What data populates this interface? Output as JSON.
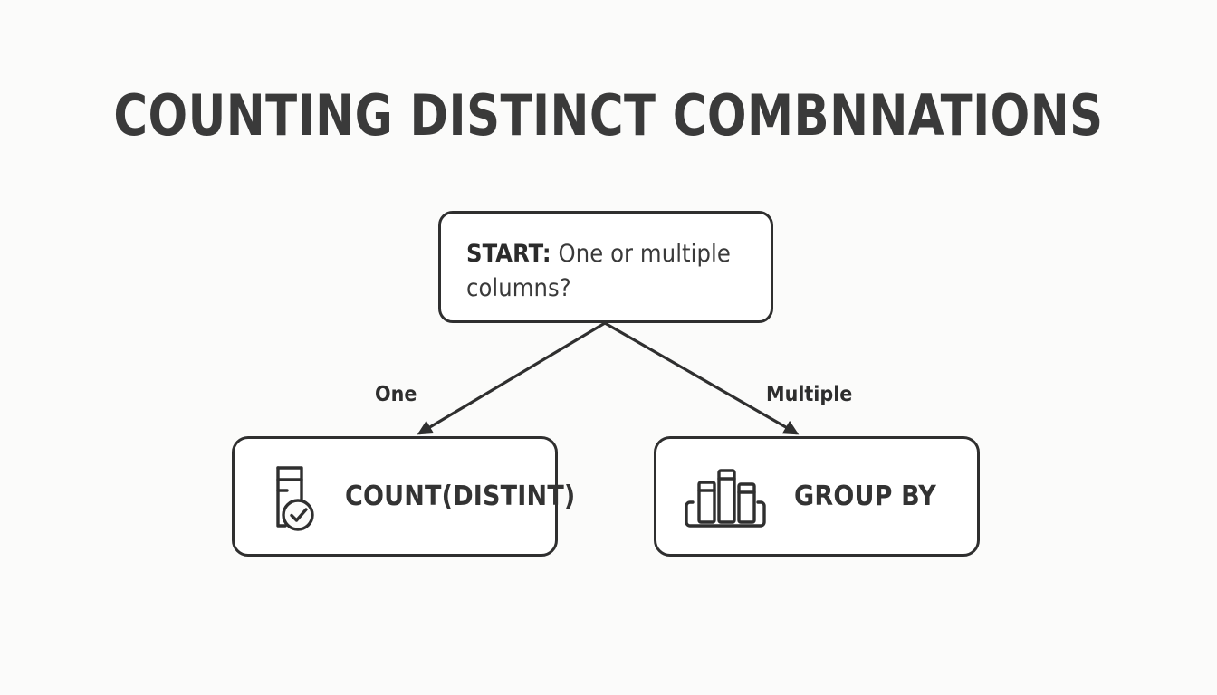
{
  "page": {
    "title": "COUNTING DISTINCT COMBNNATIONS",
    "background_color": "#fbfbfa",
    "ink_color": "#2f2f2f",
    "title_color": "#3a3a3a"
  },
  "diagram": {
    "type": "flowchart",
    "nodes": [
      {
        "id": "start",
        "label_bold": "START:",
        "label_rest": " One or multiple",
        "label_line2": "columns?",
        "shape": "rounded-rectangle"
      },
      {
        "id": "count-distinct",
        "label": "COUNT(DISTINT)",
        "icon": "column-check-icon",
        "shape": "rounded-rectangle"
      },
      {
        "id": "group-by",
        "label": "GROUP BY",
        "icon": "bar-chart-bracket-icon",
        "shape": "rounded-rectangle"
      }
    ],
    "edges": [
      {
        "from": "start",
        "to": "count-distinct",
        "label": "One"
      },
      {
        "from": "start",
        "to": "group-by",
        "label": "Multiple"
      }
    ]
  }
}
